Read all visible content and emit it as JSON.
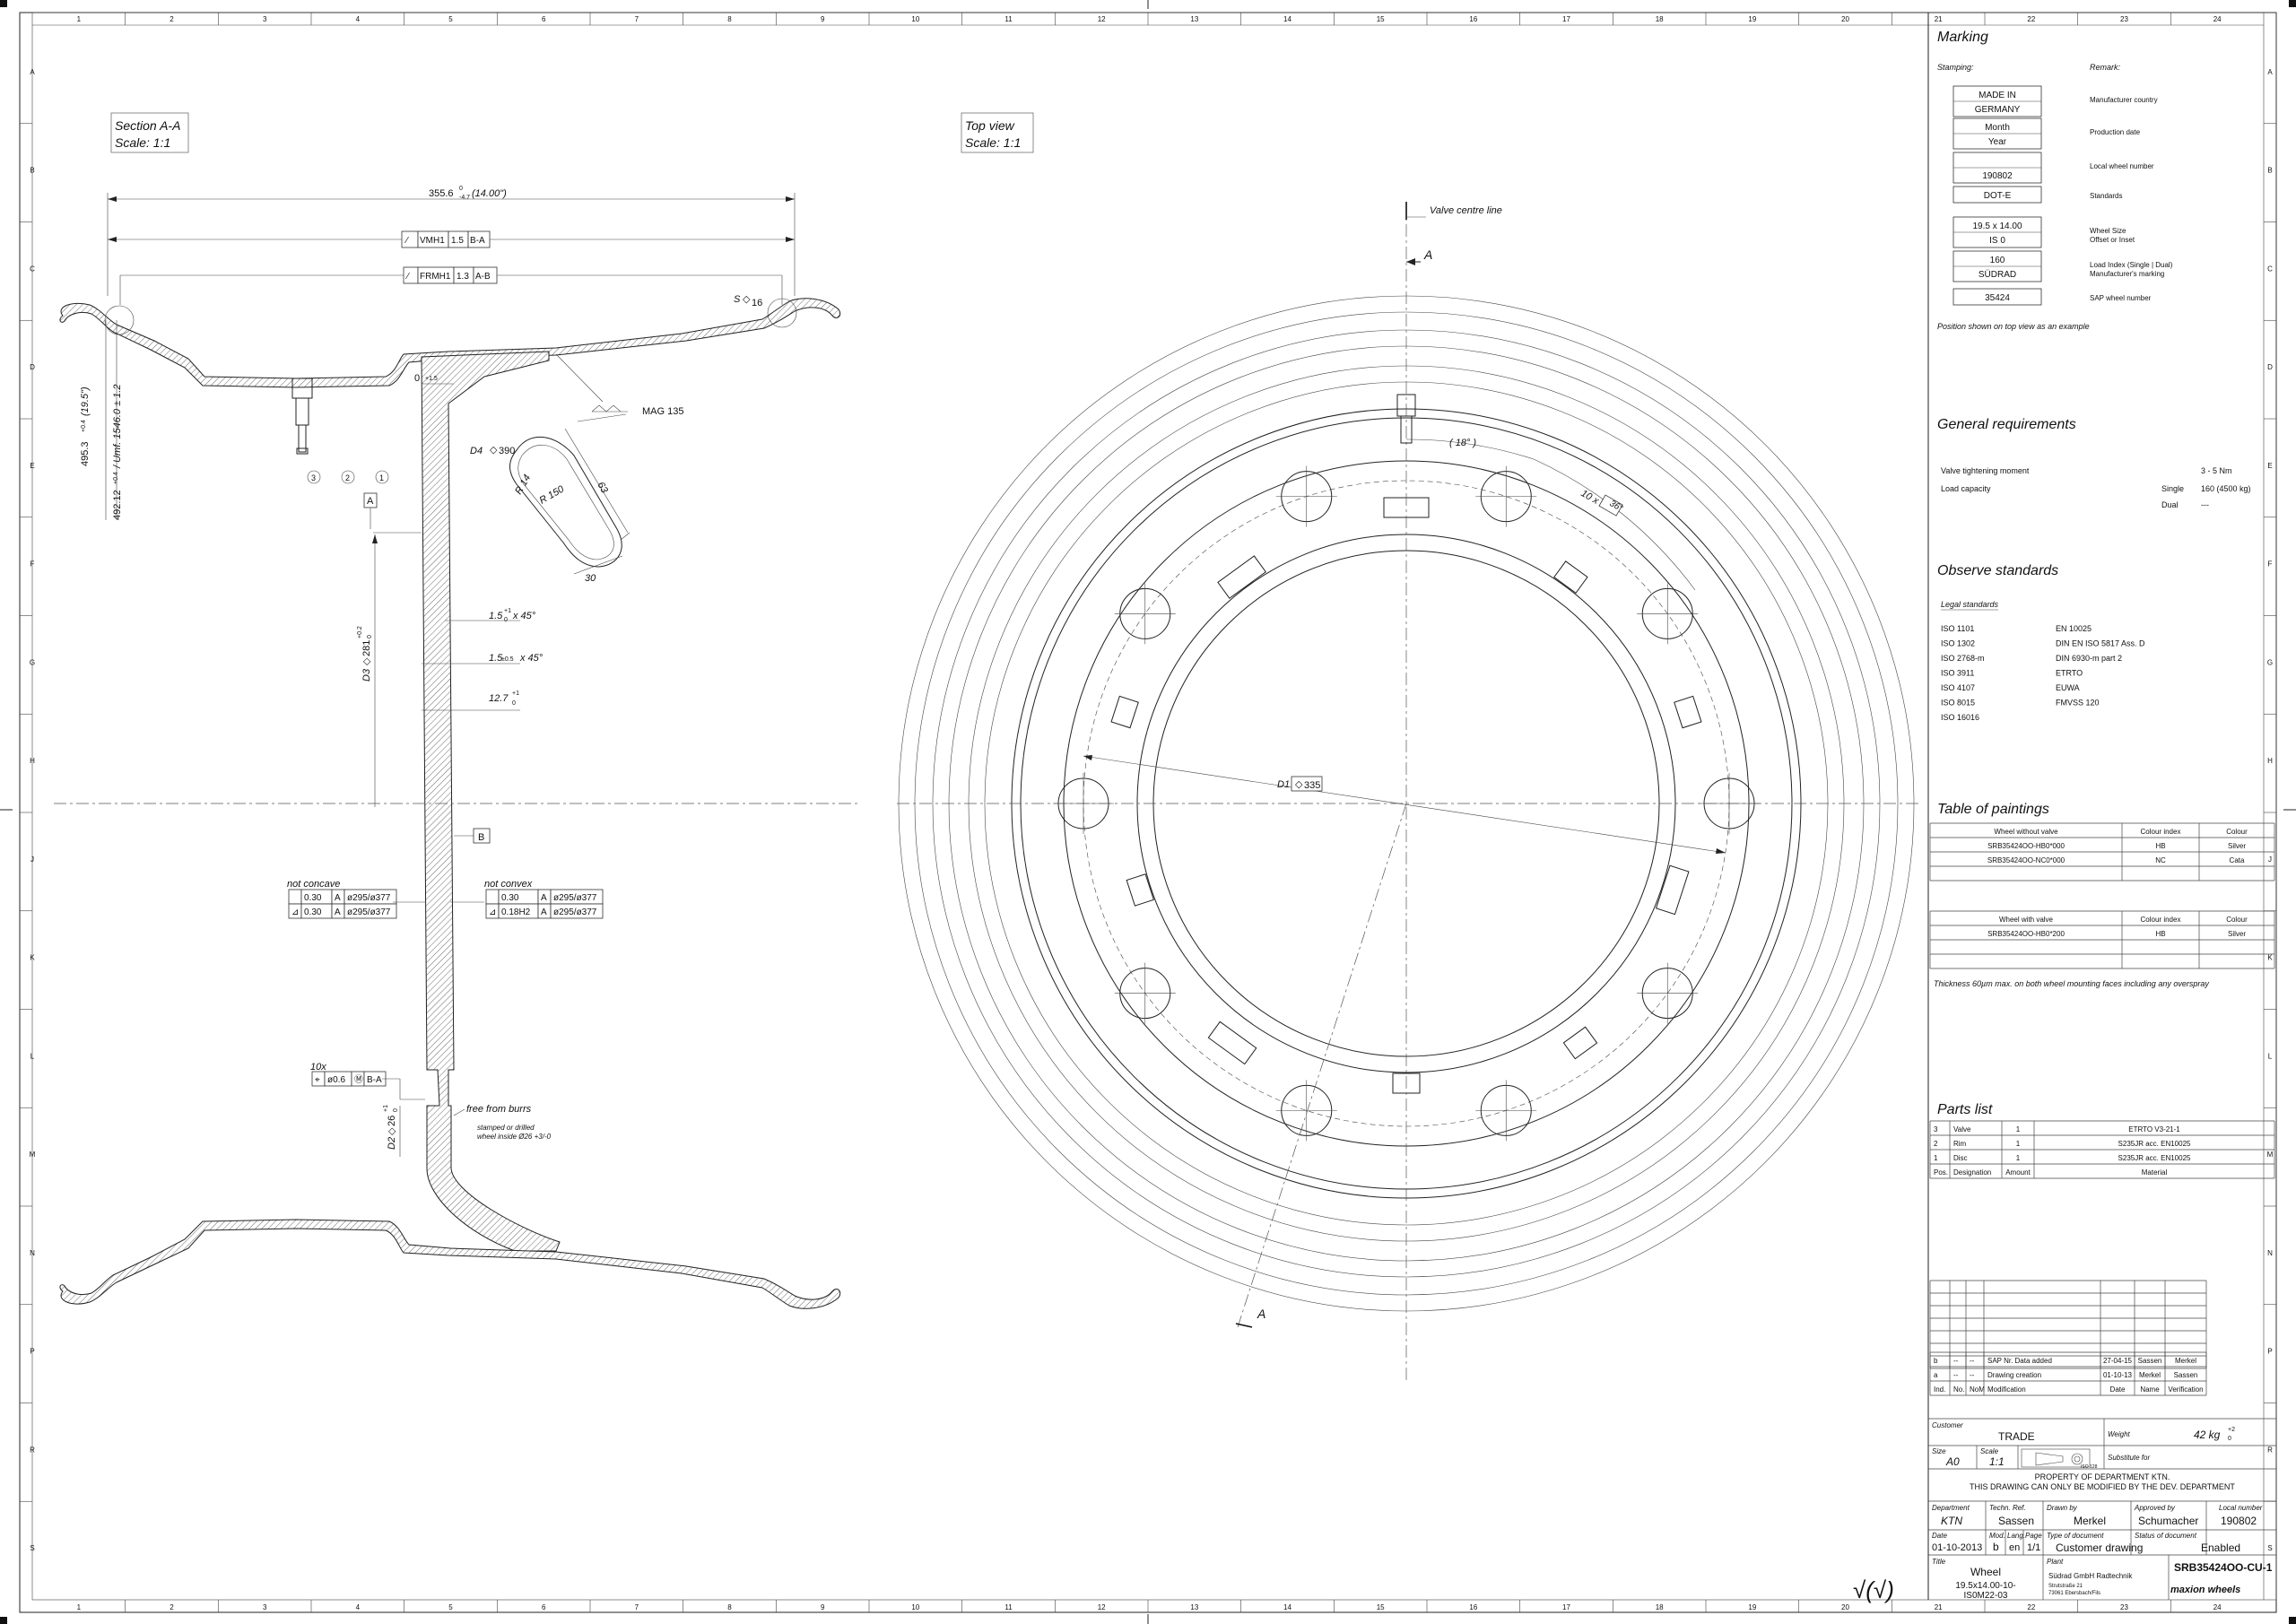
{
  "border": {
    "columns": [
      "1",
      "2",
      "3",
      "4",
      "5",
      "6",
      "7",
      "8",
      "9",
      "10",
      "11",
      "12",
      "13",
      "14",
      "15",
      "16",
      "17",
      "18",
      "19",
      "20",
      "21",
      "22",
      "23",
      "24"
    ],
    "rows": [
      "A",
      "B",
      "C",
      "D",
      "E",
      "F",
      "G",
      "H",
      "J",
      "K",
      "L",
      "M",
      "N",
      "P",
      "R",
      "S"
    ]
  },
  "section_view": {
    "title": "Section A-A",
    "scale": "Scale:  1:1",
    "dim_width": "355.6",
    "dim_width_tol_top": "0",
    "dim_width_tol_bot": "-4.7",
    "dim_width_inch": "(14.00\")",
    "vmh": [
      "VMH1",
      "1.5",
      "B-A"
    ],
    "frmh": [
      "FRMH1",
      "1.3",
      "A-B"
    ],
    "s_dim": "S",
    "s_val": "16",
    "d495": "495.3",
    "d495_tol": "+0.4",
    "d495_inch": "(19.5\")",
    "d492": "492.12",
    "d492_tol": "+0.4",
    "d492_circ": "/ Umf. 1546.0 ± 1.2",
    "zero": "0",
    "zero_tol": "+1.5",
    "d4_label": "D4",
    "d4_val": "390",
    "mag": "MAG 135",
    "r14": "R 14",
    "r150": "R 150",
    "slot63": "63",
    "slot30": "30",
    "callout1": "1",
    "callout2": "2",
    "callout3": "3",
    "datum_a": "A",
    "datum_b": "B",
    "d3_label": "D3",
    "d3_val": "281",
    "d3_tol": "+0.2",
    "d3_tol_bot": "0",
    "chamfer1": "1.5",
    "chamfer1_tol": "+1",
    "chamfer1_tol_bot": "0",
    "chamfer_x": "x 45°",
    "chamfer2": "1.5",
    "chamfer2_tol": "±0.5",
    "thick": "12.7",
    "thick_tol": "+1",
    "thick_tol_bot": "0",
    "not_concave": "not concave",
    "not_convex": "not convex",
    "concave_rows": [
      [
        "",
        "0.30",
        "A",
        "ø295/ø377"
      ],
      [
        "⊿",
        "0.30",
        "A",
        "ø295/ø377"
      ]
    ],
    "convex_rows": [
      [
        "",
        "0.30",
        "A",
        "ø295/ø377"
      ],
      [
        "⊿",
        "0.18H2",
        "A",
        "ø295/ø377"
      ]
    ],
    "holes_count": "10x",
    "holes_frame": [
      "⌖",
      "ø0.6",
      "Ⓜ",
      "B-A"
    ],
    "d2_label": "D2",
    "d2_val": "26",
    "d2_tol": "+1",
    "d2_tol_bot": "0",
    "burrs": "free from burrs",
    "stamped1": "stamped or drilled",
    "stamped2": "wheel inside Ø26 +3/-0"
  },
  "top_view": {
    "title": "Top view",
    "scale": "Scale:  1:1",
    "valve_line": "Valve centre line",
    "section_a": "A",
    "angle18": "( 18° )",
    "holes_angle": "10 x",
    "holes_angle_val": "36°",
    "d1_label": "D1",
    "d1_val": "335"
  },
  "marking": {
    "heading": "Marking",
    "stamping": "Stamping:",
    "remark": "Remark:",
    "items": [
      {
        "lines": [
          "MADE IN",
          "GERMANY"
        ],
        "remark": [
          "Manufacturer country"
        ]
      },
      {
        "lines": [
          "Month",
          "Year"
        ],
        "remark": [
          "Production date"
        ]
      },
      {
        "lines": [
          "",
          "190802"
        ],
        "remark": [
          "Local wheel number"
        ]
      },
      {
        "lines": [
          "DOT-E"
        ],
        "remark": [
          "Standards"
        ]
      },
      {
        "lines": [
          "19.5 x 14.00",
          "IS 0"
        ],
        "remark": [
          "Wheel Size",
          "Offset or Inset"
        ]
      },
      {
        "lines": [
          "160",
          "SÜDRAD"
        ],
        "remark": [
          "Load Index (Single | Dual)",
          "Manufacturer's marking"
        ]
      },
      {
        "lines": [
          "35424"
        ],
        "remark": [
          "SAP wheel number"
        ]
      }
    ],
    "note": "Position shown on top view as an example"
  },
  "general": {
    "heading": "General requirements",
    "valve_label": "Valve tightening moment",
    "valve_value": "3 - 5 Nm",
    "load_label": "Load capacity",
    "single_label": "Single",
    "single_value": "160 (4500 kg)",
    "dual_label": "Dual",
    "dual_value": "---"
  },
  "standards": {
    "heading": "Observe standards",
    "legal": "Legal standards",
    "left": [
      "ISO 1101",
      "ISO 1302",
      "ISO 2768-m",
      "ISO 3911",
      "ISO 4107",
      "ISO 8015",
      "ISO 16016"
    ],
    "right": [
      "EN 10025",
      "DIN EN ISO 5817 Ass. D",
      "DIN 6930-m part 2",
      "ETRTO",
      "EUWA",
      "FMVSS 120"
    ]
  },
  "paintings": {
    "heading": "Table of paintings",
    "headers1": [
      "Wheel without valve",
      "Colour index",
      "Colour"
    ],
    "rows1": [
      [
        "SRB35424OO-HB0*000",
        "HB",
        "Silver"
      ],
      [
        "SRB35424OO-NC0*000",
        "NC",
        "Cata"
      ]
    ],
    "headers2": [
      "Wheel with valve",
      "Colour index",
      "Colour"
    ],
    "rows2": [
      [
        "SRB35424OO-HB0*200",
        "HB",
        "Silver"
      ]
    ],
    "note": "Thickness 60µm max. on both wheel mounting faces including any overspray"
  },
  "parts": {
    "heading": "Parts list",
    "rows": [
      [
        "3",
        "Valve",
        "1",
        "ETRTO V3-21-1"
      ],
      [
        "2",
        "Rim",
        "1",
        "S235JR acc. EN10025"
      ],
      [
        "1",
        "Disc",
        "1",
        "S235JR acc. EN10025"
      ]
    ],
    "headers": [
      "Pos.",
      "Designation",
      "Amount",
      "Material"
    ]
  },
  "revisions": {
    "rows": [
      [
        "b",
        "--",
        "--",
        "SAP Nr. Data added",
        "27-04-15",
        "Sassen",
        "Merkel"
      ],
      [
        "a",
        "--",
        "--",
        "Drawing creation",
        "01-10-13",
        "Merkel",
        "Sassen"
      ]
    ],
    "headers": [
      "Ind.",
      "No.",
      "NoM",
      "Modification",
      "Date",
      "Name",
      "Verification"
    ]
  },
  "titleblock": {
    "customer_label": "Customer",
    "customer": "TRADE",
    "weight_label": "Weight",
    "weight": "42 kg",
    "weight_tol_top": "+2",
    "weight_tol_bot": "0",
    "size_label": "Size",
    "size": "A0",
    "scale_label": "Scale",
    "scale": "1:1",
    "iso_label": "ISO 128",
    "substitute_label": "Substitute for",
    "property1": "PROPERTY OF DEPARTMENT KTN.",
    "property2": "THIS DRAWING CAN ONLY BE MODIFIED BY THE DEV. DEPARTMENT",
    "department_label": "Department",
    "department": "KTN",
    "techn_label": "Techn. Ref.",
    "techn": "Sassen",
    "drawn_label": "Drawn by",
    "drawn": "Merkel",
    "approved_label": "Approved by",
    "approved": "Schumacher",
    "local_label": "Local number",
    "local": "190802",
    "date_label": "Date",
    "date": "01-10-2013",
    "mod_label": "Mod.",
    "mod": "b",
    "lang_label": "Lang.",
    "lang": "en",
    "page_label": "Page",
    "page": "1/1",
    "type_label": "Type of document",
    "type": "Customer drawing",
    "status_label": "Status of document",
    "status": "Enabled",
    "title_label": "Title",
    "title": "Wheel",
    "subtitle1": "19.5x14.00-10-",
    "subtitle2": "IS0M22-03",
    "plant_label": "Plant",
    "plant1": "Südrad GmbH Radtechnik",
    "plant2": "Strutstraße 21",
    "plant3": "73061 Ebersbach/Fils",
    "docnum": "SRB35424OO-CU-1",
    "logo": "maxion wheels",
    "check": "√(√)"
  }
}
